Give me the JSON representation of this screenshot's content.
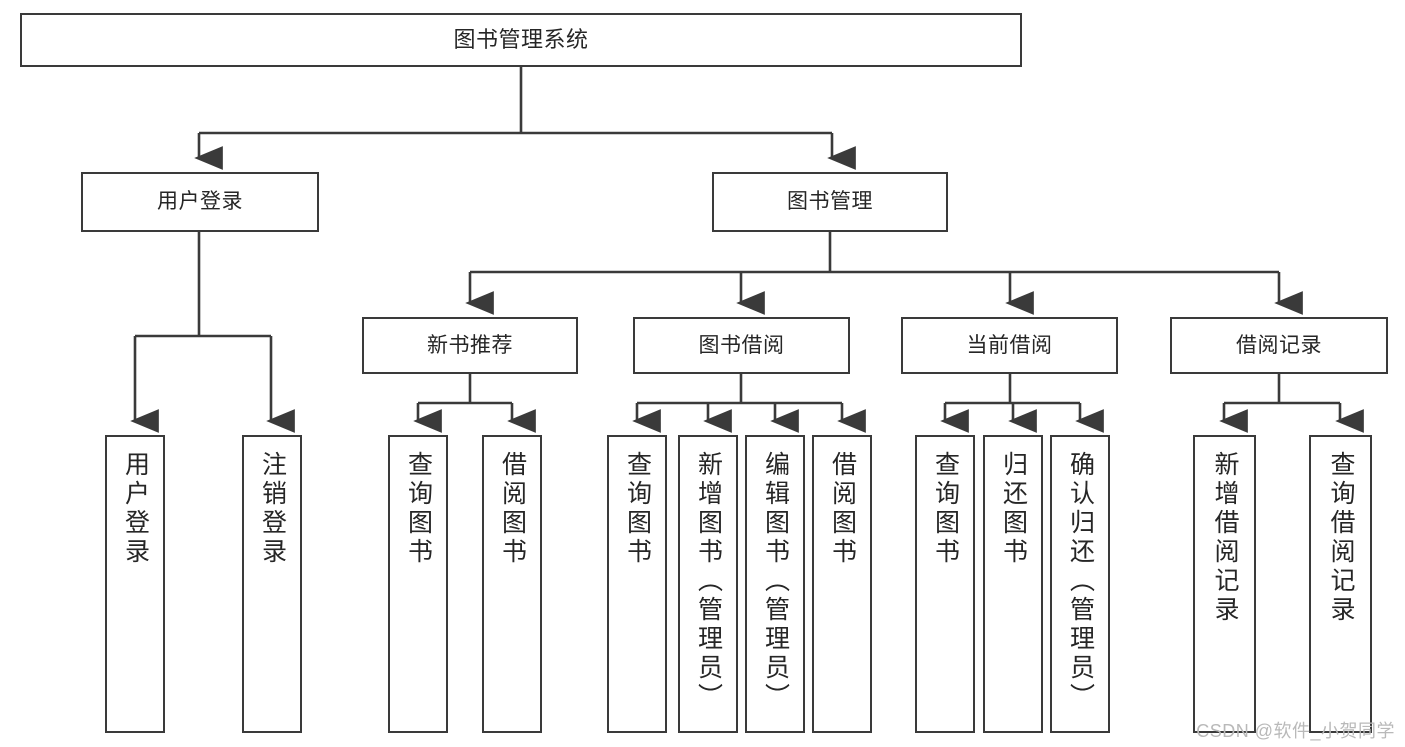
{
  "diagram": {
    "title": "图书管理系统",
    "type": "hierarchy-tree",
    "root": {
      "label": "图书管理系统"
    },
    "level1": [
      {
        "label": "用户登录"
      },
      {
        "label": "图书管理"
      }
    ],
    "level2": [
      {
        "label": "新书推荐"
      },
      {
        "label": "图书借阅"
      },
      {
        "label": "当前借阅"
      },
      {
        "label": "借阅记录"
      }
    ],
    "leaves": {
      "user_login": [
        {
          "label": "用户登录"
        },
        {
          "label": "注销登录"
        }
      ],
      "new_book_recommend": [
        {
          "label": "查询图书"
        },
        {
          "label": "借阅图书"
        }
      ],
      "book_borrow": [
        {
          "label": "查询图书"
        },
        {
          "label": "新增图书（管理员）"
        },
        {
          "label": "编辑图书（管理员）"
        },
        {
          "label": "借阅图书"
        }
      ],
      "current_borrow": [
        {
          "label": "查询图书"
        },
        {
          "label": "归还图书"
        },
        {
          "label": "确认归还（管理员）"
        }
      ],
      "borrow_records": [
        {
          "label": "新增借阅记录"
        },
        {
          "label": "查询借阅记录"
        }
      ]
    }
  },
  "watermark": {
    "text": "CSDN @软件_小贺同学"
  },
  "colors": {
    "stroke": "#3a3a3a",
    "background": "#ffffff",
    "text": "#262626",
    "watermark": "#b9b9b9"
  }
}
